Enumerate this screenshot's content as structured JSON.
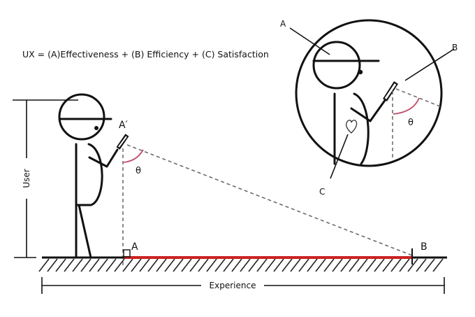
{
  "formula": "UX = (A)Effectiveness + (B) Efficiency + (C) Satisfaction",
  "labels": {
    "a_prime": "A′",
    "a": "A",
    "b": "B",
    "theta": "θ",
    "user": "User",
    "experience": "Experience",
    "zoom_a": "A",
    "zoom_b": "B",
    "zoom_c": "C",
    "zoom_theta": "θ"
  },
  "colors": {
    "accent": "#cc2222",
    "angle_arc": "#c0506a",
    "ink": "#111111"
  }
}
